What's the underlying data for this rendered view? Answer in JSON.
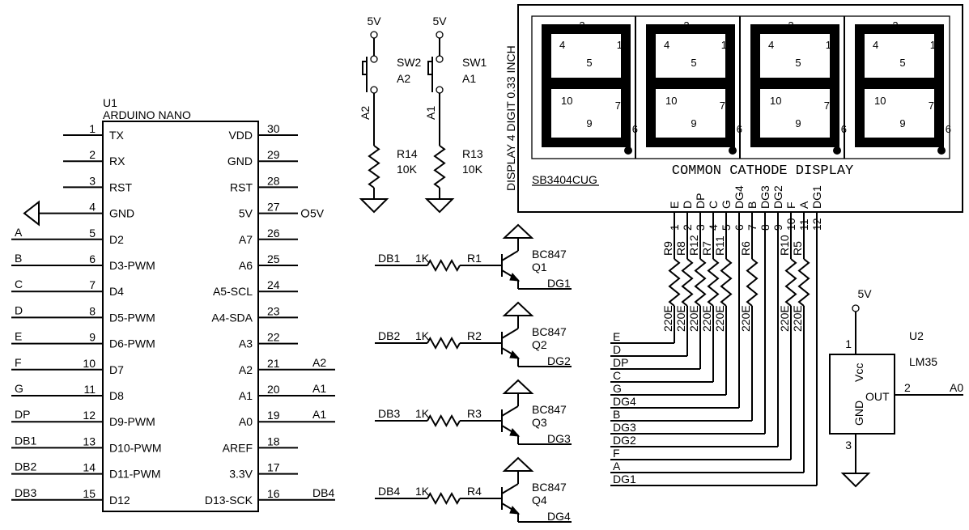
{
  "u1": {
    "ref": "U1",
    "name": "ARDUINO NANO",
    "left_pins": [
      {
        "num": "1",
        "name": "TX",
        "net": ""
      },
      {
        "num": "2",
        "name": "RX",
        "net": ""
      },
      {
        "num": "3",
        "name": "RST",
        "net": ""
      },
      {
        "num": "4",
        "name": "GND",
        "net": ""
      },
      {
        "num": "5",
        "name": "D2",
        "net": "A"
      },
      {
        "num": "6",
        "name": "D3-PWM",
        "net": "B"
      },
      {
        "num": "7",
        "name": "D4",
        "net": "C"
      },
      {
        "num": "8",
        "name": "D5-PWM",
        "net": "D"
      },
      {
        "num": "9",
        "name": "D6-PWM",
        "net": "E"
      },
      {
        "num": "10",
        "name": "D7",
        "net": "F"
      },
      {
        "num": "11",
        "name": "D8",
        "net": "G"
      },
      {
        "num": "12",
        "name": "D9-PWM",
        "net": "DP"
      },
      {
        "num": "13",
        "name": "D10-PWM",
        "net": "DB1"
      },
      {
        "num": "14",
        "name": "D11-PWM",
        "net": "DB2"
      },
      {
        "num": "15",
        "name": "D12",
        "net": "DB3"
      }
    ],
    "right_pins": [
      {
        "num": "30",
        "name": "VDD",
        "net": ""
      },
      {
        "num": "29",
        "name": "GND",
        "net": ""
      },
      {
        "num": "28",
        "name": "RST",
        "net": ""
      },
      {
        "num": "27",
        "name": "5V",
        "net": "5V"
      },
      {
        "num": "26",
        "name": "A7",
        "net": ""
      },
      {
        "num": "25",
        "name": "A6",
        "net": ""
      },
      {
        "num": "24",
        "name": "A5-SCL",
        "net": ""
      },
      {
        "num": "23",
        "name": "A4-SDA",
        "net": ""
      },
      {
        "num": "22",
        "name": "A3",
        "net": ""
      },
      {
        "num": "21",
        "name": "A2",
        "net": "A2"
      },
      {
        "num": "20",
        "name": "A1",
        "net": "A1"
      },
      {
        "num": "19",
        "name": "A0",
        "net": "A1"
      },
      {
        "num": "18",
        "name": "AREF",
        "net": ""
      },
      {
        "num": "17",
        "name": "3.3V",
        "net": ""
      },
      {
        "num": "16",
        "name": "D13-SCK",
        "net": "DB4"
      }
    ]
  },
  "switches": [
    {
      "supply": "5V",
      "ref": "SW2",
      "net": "A2",
      "wire_label": "A2",
      "res_ref": "R14",
      "res_val": "10K"
    },
    {
      "supply": "5V",
      "ref": "SW1",
      "net": "A1",
      "wire_label": "A1",
      "res_ref": "R13",
      "res_val": "10K"
    }
  ],
  "transistors": [
    {
      "input": "DB1",
      "res_val": "1K",
      "res_ref": "R1",
      "part": "BC847",
      "ref": "Q1",
      "output": "DG1"
    },
    {
      "input": "DB2",
      "res_val": "1K",
      "res_ref": "R2",
      "part": "BC847",
      "ref": "Q2",
      "output": "DG2"
    },
    {
      "input": "DB3",
      "res_val": "1K",
      "res_ref": "R3",
      "part": "BC847",
      "ref": "Q3",
      "output": "DG3"
    },
    {
      "input": "DB4",
      "res_val": "1K",
      "res_ref": "R4",
      "part": "BC847",
      "ref": "Q4",
      "output": "DG4"
    }
  ],
  "display": {
    "side_label": "DISPLAY 4 DIGIT 0.33 INCH",
    "part": "SB3404CUG",
    "caption": "COMMON CATHODE DISPLAY",
    "segment_numbers": [
      "2",
      "4",
      "1",
      "5",
      "10",
      "7",
      "9",
      "6"
    ],
    "pins": [
      {
        "num": "1",
        "name": "E"
      },
      {
        "num": "2",
        "name": "D"
      },
      {
        "num": "3",
        "name": "DP"
      },
      {
        "num": "4",
        "name": "C"
      },
      {
        "num": "5",
        "name": "G"
      },
      {
        "num": "6",
        "name": "DG4"
      },
      {
        "num": "7",
        "name": "B"
      },
      {
        "num": "8",
        "name": "DG3"
      },
      {
        "num": "9",
        "name": "DG2"
      },
      {
        "num": "10",
        "name": "F"
      },
      {
        "num": "11",
        "name": "A"
      },
      {
        "num": "12",
        "name": "DG1"
      }
    ],
    "resistors": [
      {
        "ref": "R9",
        "val": "220E"
      },
      {
        "ref": "R8",
        "val": "220E"
      },
      {
        "ref": "R12",
        "val": "220E"
      },
      {
        "ref": "R7",
        "val": "220E"
      },
      {
        "ref": "R11",
        "val": "220E"
      },
      null,
      {
        "ref": "R6",
        "val": "220E"
      },
      null,
      null,
      {
        "ref": "R10",
        "val": "220E"
      },
      {
        "ref": "R5",
        "val": "220E"
      },
      null
    ]
  },
  "bus_labels": [
    "E",
    "D",
    "DP",
    "C",
    "G",
    "DG4",
    "B",
    "DG3",
    "DG2",
    "F",
    "A",
    "DG1"
  ],
  "u2": {
    "ref": "U2",
    "part": "LM35",
    "supply": "5V",
    "vcc": "Vcc",
    "gnd": "GND",
    "out": "OUT",
    "pin_vcc": "1",
    "pin_out": "2",
    "pin_gnd": "3",
    "out_net": "A0"
  }
}
